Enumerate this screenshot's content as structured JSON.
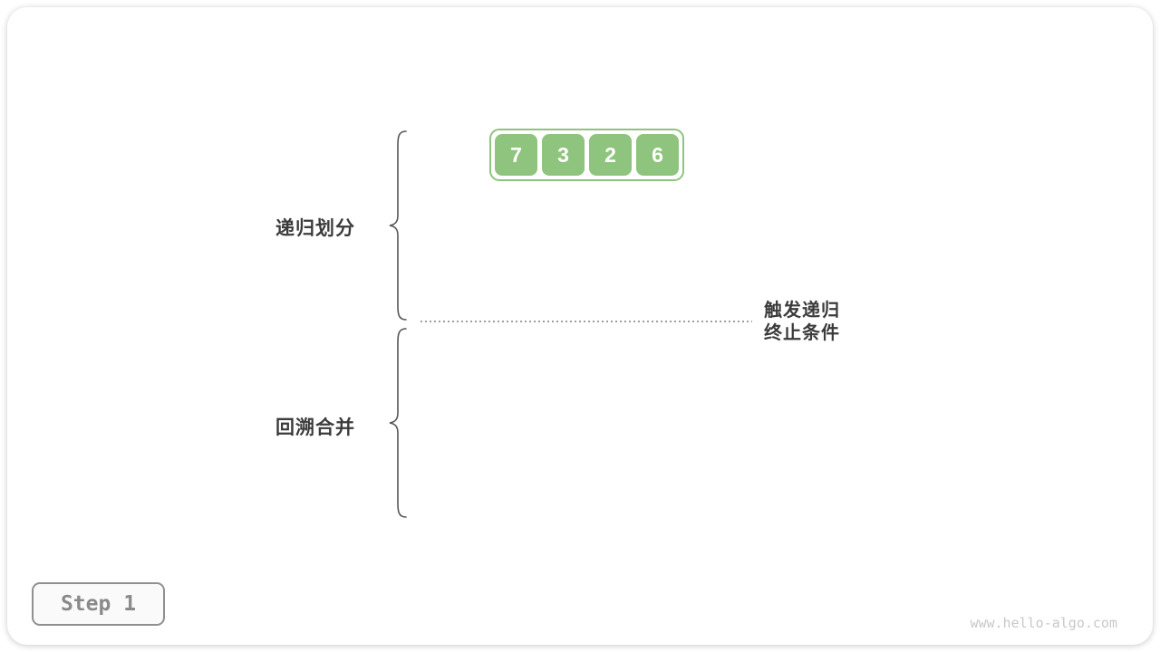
{
  "diagram": {
    "array": {
      "values": [
        "7",
        "3",
        "2",
        "6"
      ]
    },
    "phase_labels": {
      "divide": "递归划分",
      "merge": "回溯合并"
    },
    "terminate_label": {
      "line1": "触发递归",
      "line2": "终止条件"
    }
  },
  "step_badge": {
    "label": "Step 1"
  },
  "watermark": {
    "text": "www.hello-algo.com"
  },
  "colors": {
    "cell_green": "#8FC47E",
    "label_text": "#3B3B3B",
    "brace_stroke": "#555555",
    "dotted_line": "#9E9E9E",
    "badge_text": "#8A8A8A",
    "badge_border": "#909090",
    "watermark_text": "#C8C8C8"
  }
}
